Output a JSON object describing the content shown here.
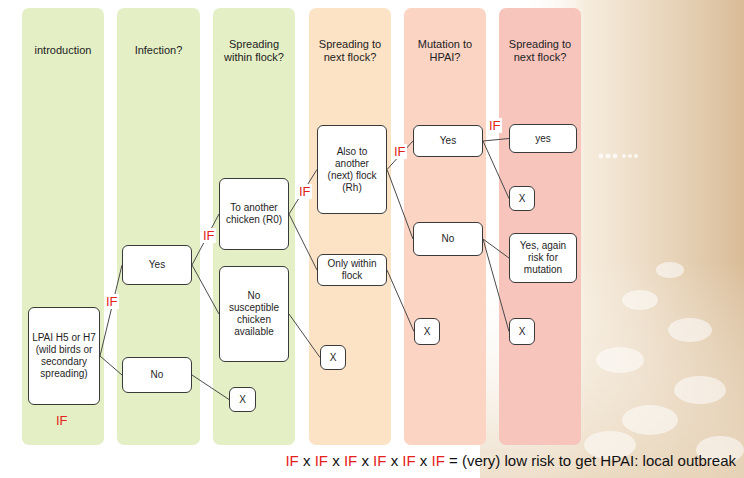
{
  "diagram": {
    "nodes": [
      {
        "text": [
          "introduction"
        ]
      },
      {
        "text": [
          "LPAI H5 or H7 (wild birds or secondary spreading)"
        ],
        "in": 0
      },
      {
        "text": [
          "Infection?"
        ]
      },
      {
        "text": [
          "Yes"
        ],
        "in": 2
      },
      {
        "text": [
          "No"
        ],
        "in": 2
      },
      {
        "text": [
          "Spreading within flock?"
        ]
      },
      {
        "text": [
          "To another chicken (R0)"
        ],
        "in": 5
      },
      {
        "text": [
          "No susceptible chicken available"
        ],
        "in": 5
      },
      {
        "text": [
          "X"
        ],
        "in": 5
      },
      {
        "text": [
          "Spreading to next flock?"
        ]
      },
      {
        "text": [
          "Also to another (next) flock (Rh)"
        ],
        "in": 9
      },
      {
        "text": [
          "Only within flock"
        ],
        "in": 9
      },
      {
        "text": [
          "X"
        ],
        "in": 9
      },
      {
        "text": [
          "Mutation to HPAI?"
        ]
      },
      {
        "text": [
          "Yes"
        ],
        "in": 13
      },
      {
        "text": [
          "No"
        ],
        "in": 13
      },
      {
        "text": [
          "X"
        ],
        "in": 13
      },
      {
        "text": [
          "Spreading to next flock?"
        ]
      },
      {
        "text": [
          "yes"
        ],
        "in": 17
      },
      {
        "text": [
          "X"
        ],
        "in": 17
      },
      {
        "text": [
          "Yes, again risk for mutation"
        ],
        "in": 17
      },
      {
        "text": [
          "X"
        ],
        "in": 17
      }
    ],
    "edges": [
      {
        "from": 1,
        "to": 3,
        "label": "IF",
        "arrow": "none"
      },
      {
        "from": 1,
        "to": 4,
        "arrow": "none"
      },
      {
        "from": 3,
        "to": 6,
        "label": "IF",
        "arrow": "none"
      },
      {
        "from": 3,
        "to": 7,
        "arrow": "none"
      },
      {
        "from": 4,
        "to": 8,
        "arrow": "none"
      },
      {
        "from": 6,
        "to": 10,
        "label": "IF",
        "arrow": "none"
      },
      {
        "from": 6,
        "to": 11,
        "arrow": "none"
      },
      {
        "from": 7,
        "to": 12,
        "arrow": "none"
      },
      {
        "from": 10,
        "to": 14,
        "label": "IF",
        "arrow": "none"
      },
      {
        "from": 10,
        "to": 15,
        "arrow": "none"
      },
      {
        "from": 11,
        "to": 16,
        "arrow": "none"
      },
      {
        "from": 14,
        "to": 18,
        "label": "IF",
        "arrow": "none"
      },
      {
        "from": 14,
        "to": 19,
        "arrow": "none"
      },
      {
        "from": 15,
        "to": 20,
        "arrow": "none"
      },
      {
        "from": 15,
        "to": 21,
        "arrow": "none"
      }
    ],
    "labels": [
      "IF",
      "IF",
      "x",
      "IF",
      "x",
      "IF",
      "x",
      "IF",
      "x",
      "IF",
      "x",
      "IF",
      "= (very) low risk to get HPAI: local outbreak"
    ]
  }
}
